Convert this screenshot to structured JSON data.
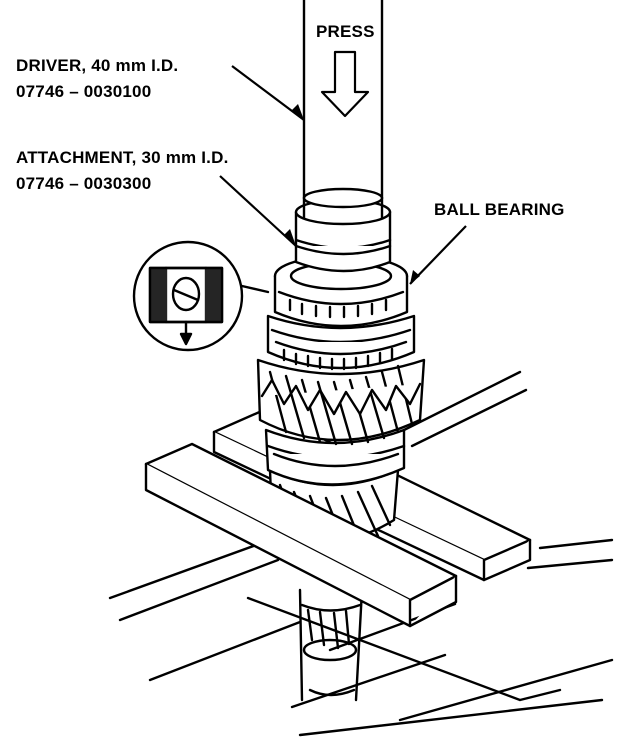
{
  "labels": {
    "press": "PRESS",
    "driver_name": "DRIVER, 40 mm I.D.",
    "driver_part": "07746 – 0030100",
    "attachment_name": "ATTACHMENT, 30 mm I.D.",
    "attachment_part": "07746 – 0030300",
    "ball_bearing": "BALL BEARING"
  }
}
